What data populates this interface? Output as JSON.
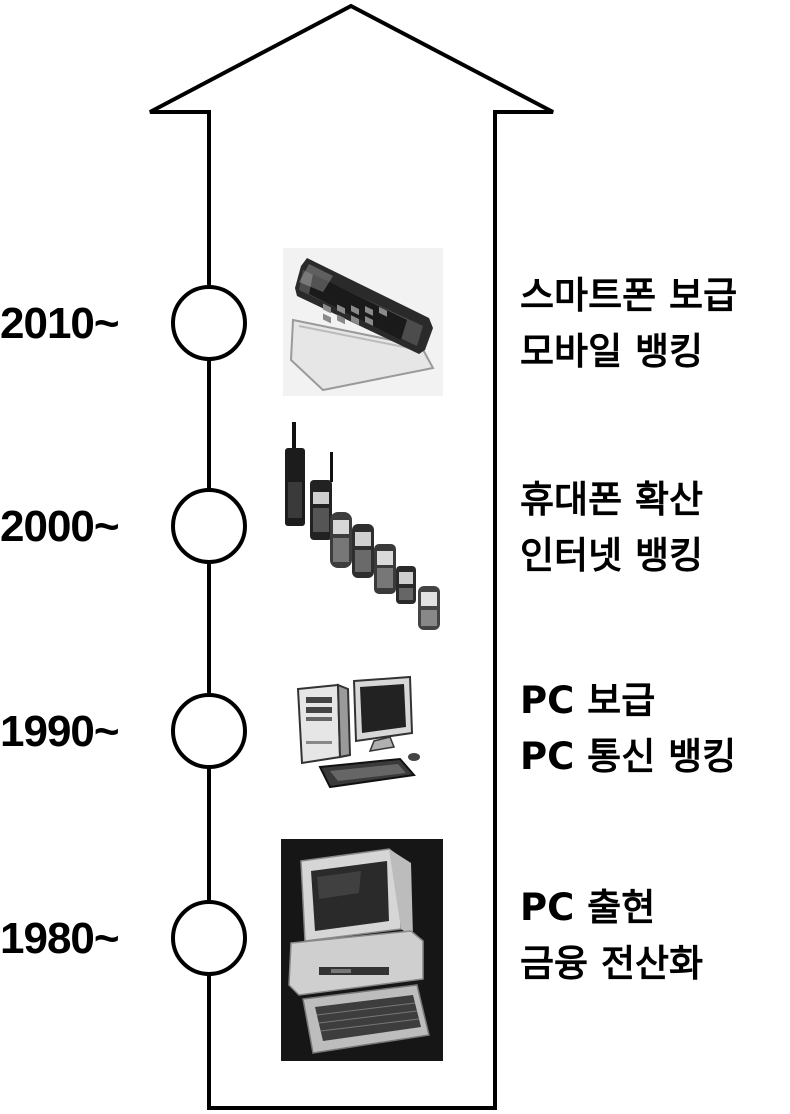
{
  "timeline": [
    {
      "year": "2010~",
      "desc_line1": "스마트폰 보급",
      "desc_line2": "모바일 뱅킹",
      "image": "smartphone-image"
    },
    {
      "year": "2000~",
      "desc_line1": "휴대폰 확산",
      "desc_line2": "인터넷 뱅킹",
      "image": "mobile-phones-evolution-image"
    },
    {
      "year": "1990~",
      "desc_line1": "PC 보급",
      "desc_line2": "PC 통신 뱅킹",
      "image": "desktop-pc-image"
    },
    {
      "year": "1980~",
      "desc_line1": "PC 출현",
      "desc_line2": "금융 전산화",
      "image": "early-computer-image"
    }
  ],
  "colors": {
    "line": "#000000",
    "background": "#ffffff",
    "photo_dark": "#161616"
  }
}
